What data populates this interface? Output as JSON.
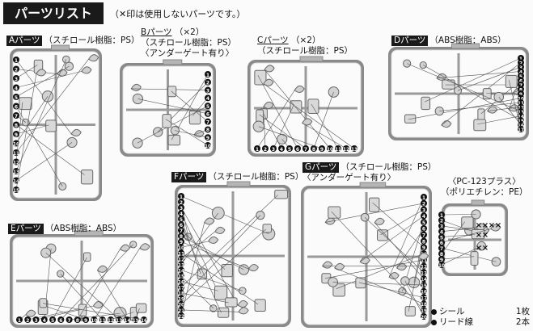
{
  "header": {
    "title": "パーツリスト",
    "note": "（✕印は使用しないパーツです。）"
  },
  "sheets": [
    {
      "id": "A",
      "tag": "Aパーツ",
      "material": "（スチロール樹脂：PS）",
      "sub": [],
      "numbers": [
        "1",
        "2",
        "3",
        "4",
        "5",
        "6",
        "7",
        "8",
        "9",
        "10",
        "11",
        "12",
        "13",
        "14",
        "15"
      ]
    },
    {
      "id": "B",
      "tag": "Bパーツ",
      "material": "（×2）",
      "sub": [
        "（スチロール樹脂：PS）",
        "〈アンダーゲート有り〉"
      ],
      "numbers": [
        "1",
        "2",
        "3",
        "4",
        "5",
        "6",
        "7",
        "8",
        "9",
        "10"
      ]
    },
    {
      "id": "C",
      "tag": "Cパーツ",
      "material": "（×2）",
      "sub": [
        "（スチロール樹脂：PS）"
      ],
      "numbers": [
        "1",
        "2",
        "3",
        "4",
        "5",
        "6",
        "7",
        "8",
        "9",
        "10",
        "11",
        "12",
        "13"
      ]
    },
    {
      "id": "D",
      "tag": "Dパーツ",
      "material": "（ABS樹脂：ABS）",
      "sub": [],
      "numbers": [
        "1",
        "2",
        "3",
        "4",
        "5",
        "6",
        "7",
        "8",
        "9",
        "10",
        "11",
        "12",
        "13",
        "14",
        "15",
        "16",
        "17"
      ]
    },
    {
      "id": "E",
      "tag": "Eパーツ",
      "material": "（ABS樹脂：ABS）",
      "sub": [],
      "numbers": [
        "1",
        "2",
        "3",
        "4",
        "5",
        "6",
        "7",
        "8",
        "9",
        "10",
        "11",
        "12",
        "13",
        "14",
        "15",
        "16"
      ]
    },
    {
      "id": "F",
      "tag": "Fパーツ",
      "material": "（スチロール樹脂：PS）",
      "sub": [],
      "numbers": [
        "1",
        "2",
        "3",
        "4",
        "5",
        "6",
        "7",
        "8",
        "9",
        "10",
        "11",
        "12",
        "13",
        "14",
        "15",
        "16",
        "17",
        "18",
        "19",
        "20",
        "21",
        "22"
      ]
    },
    {
      "id": "G",
      "tag": "Gパーツ",
      "material": "（スチロール樹脂：PS）",
      "sub": [
        "〈アンダーゲート有り〉"
      ],
      "numbers": [
        "1",
        "2",
        "3",
        "4",
        "5",
        "6",
        "7",
        "8",
        "9",
        "10",
        "11",
        "12",
        "13",
        "14",
        "15",
        "16",
        "17",
        "18",
        "19",
        "20"
      ]
    },
    {
      "id": "PC",
      "tag": "",
      "material": "〈PC-123プラス〉",
      "sub": [
        "（ポリエチレン：PE）"
      ],
      "numbers": [
        "1",
        "2",
        "3",
        "4",
        "5",
        "6",
        "7",
        "8",
        "9",
        "10"
      ]
    }
  ],
  "pc_unused_mark": "×",
  "legend": [
    {
      "label": "シール",
      "count": "1枚"
    },
    {
      "label": "リード線",
      "count": "2本"
    }
  ]
}
